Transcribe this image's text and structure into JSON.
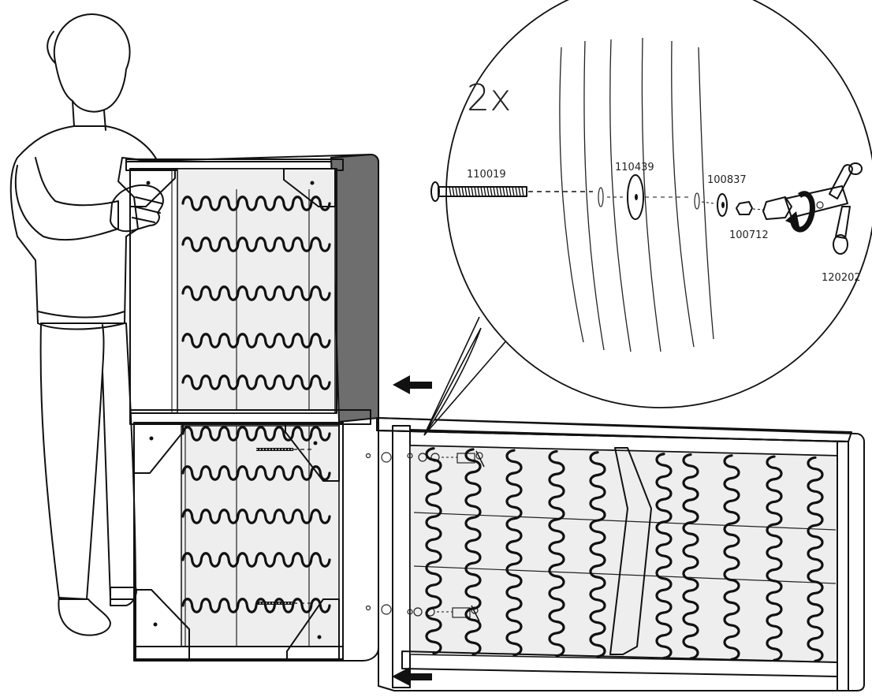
{
  "multiplier": "2x",
  "parts": [
    {
      "id": "110019"
    },
    {
      "id": "110439"
    },
    {
      "id": "100837"
    },
    {
      "id": "100712"
    },
    {
      "id": "120202"
    }
  ],
  "colors": {
    "ink": "#111111",
    "frame_dark": "#6e6e6e",
    "frame_mid": "#8a8a8a",
    "panel_fill": "#eeeeee",
    "wood_light": "#f6f6f6"
  },
  "icons": {
    "move_direction": "arrow-left-icon",
    "rotation": "rotate-arrow-icon"
  }
}
